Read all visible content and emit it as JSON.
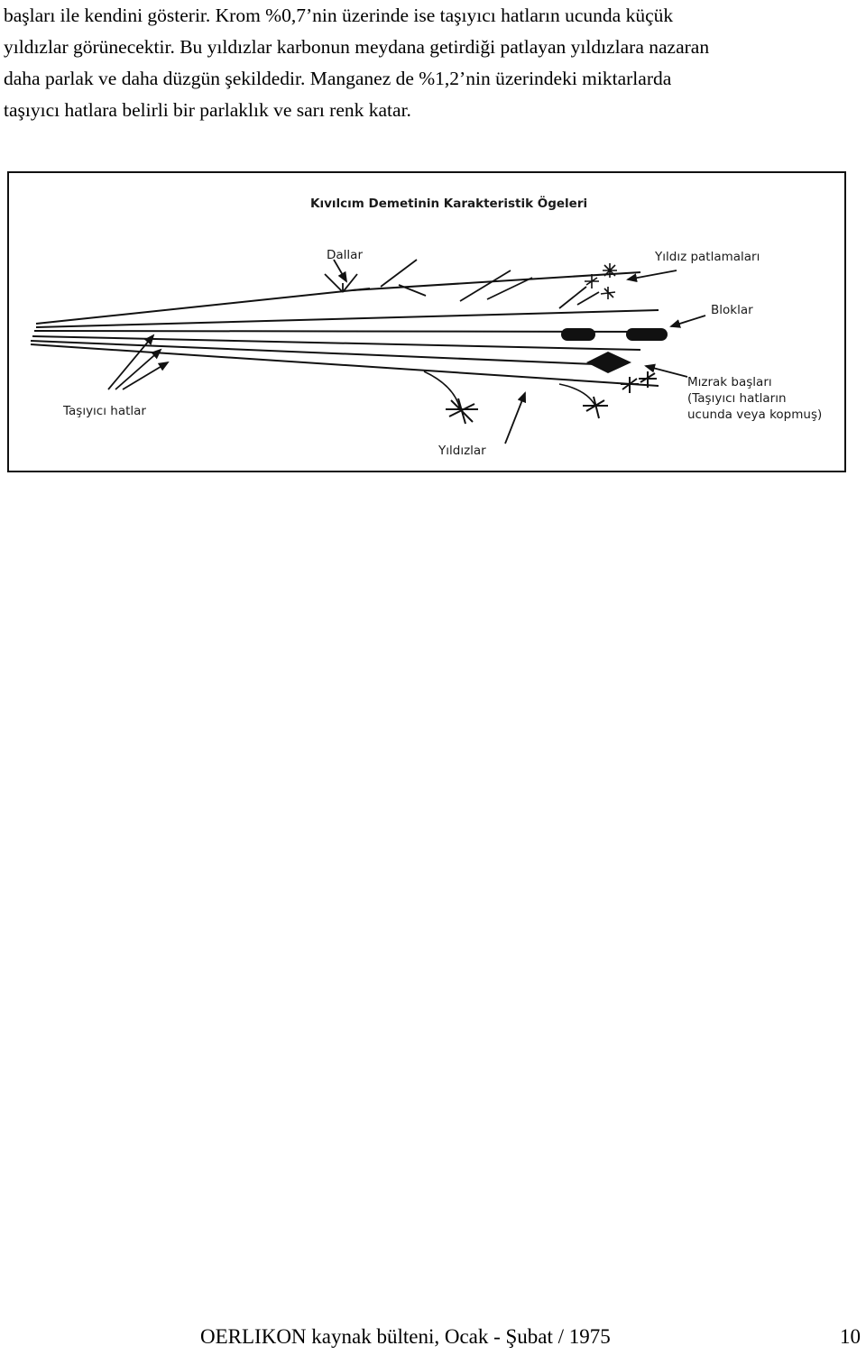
{
  "paragraph": {
    "lines": [
      "başları ile kendini gösterir. Krom %0,7’nin üzerinde ise taşıyıcı hatların ucunda küçük",
      "yıldızlar görünecektir. Bu yıldızlar karbonun meydana getirdiği patlayan yıldızlara nazaran",
      "daha parlak ve daha düzgün şekildedir. Manganez de  %1,2’nin üzerindeki miktarlarda",
      "taşıyıcı hatlara belirli bir parlaklık ve sarı renk katar."
    ]
  },
  "figure": {
    "title": "Kıvılcım Demetinin Karakteristik Ögeleri",
    "labels": {
      "branches": "Dallar",
      "star_bursts": "Yıldız patlamaları",
      "blocks": "Bloklar",
      "spear_heads_1": "Mızrak başları",
      "spear_heads_2": "(Taşıyıcı hatların",
      "spear_heads_3": "ucunda veya kopmuş)",
      "carrier_lines": "Taşıyıcı hatlar",
      "stars": "Yıldızlar"
    }
  },
  "footer": {
    "text": "OERLIKON kaynak bülteni, Ocak - Şubat / 1975",
    "page_number": "10"
  }
}
